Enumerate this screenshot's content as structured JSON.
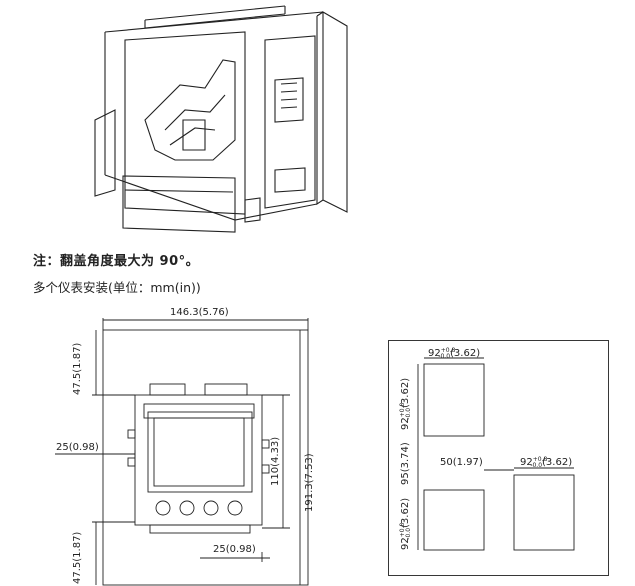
{
  "note": "注：翻盖角度最大为 90°。",
  "subheading": "多个仪表安装(单位：mm(in))",
  "front_drawing": {
    "width_dim": "146.3(5.76)",
    "top_margin_dim": "47.5(1.87)",
    "left_offset_dim": "25(0.98)",
    "body_height_dim": "110(4.33)",
    "total_height_dim": "191.3(7.53)",
    "right_offset_dim": "25(0.98)",
    "bottom_margin_dim": "47.5(1.87)"
  },
  "cutout_drawing": {
    "width_top_base": "92",
    "width_top_tol": "+0.8\n-0.0",
    "width_top_in": "(3.62)",
    "height_upper_base": "92",
    "height_upper_tol_plus": "+0.8",
    "height_upper_tol_minus": "-0.0",
    "height_upper_in": "(3.62)",
    "gap_vertical": "95(3.74)",
    "gap_horizontal": "50(1.97)",
    "width_right_base": "92",
    "width_right_in": "(3.62)",
    "height_lower_base": "92",
    "height_lower_in": "(3.62)",
    "tol_plus": "+0.8",
    "tol_minus": "-0.0"
  }
}
